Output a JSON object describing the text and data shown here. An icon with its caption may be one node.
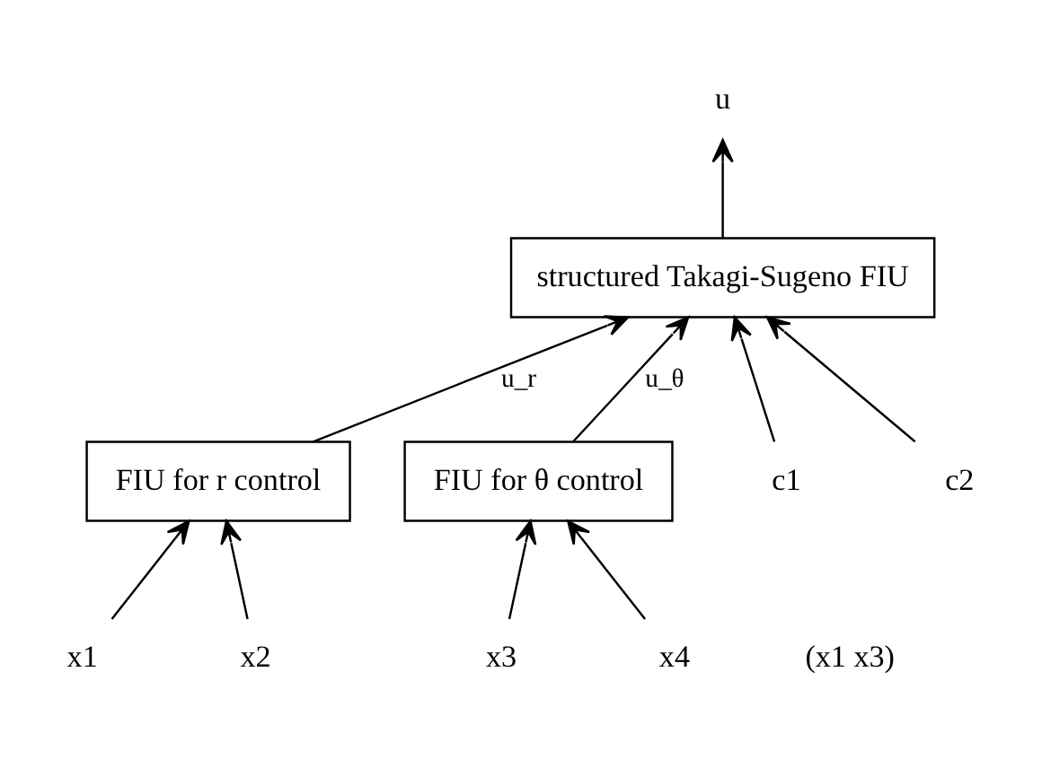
{
  "diagram": {
    "nodes": [
      {
        "text": [
          "structured Takagi-Sugeno FIU"
        ]
      },
      {
        "text": [
          "FIU for r control"
        ]
      },
      {
        "text": [
          "FIU for θ control"
        ]
      },
      {
        "text": [
          "u"
        ]
      },
      {
        "text": [
          "x1"
        ]
      },
      {
        "text": [
          "x2"
        ]
      },
      {
        "text": [
          "x3"
        ]
      },
      {
        "text": [
          "x4"
        ]
      },
      {
        "text": [
          "c1"
        ]
      },
      {
        "text": [
          "c2"
        ]
      }
    ],
    "edges": [
      {
        "from": 0,
        "to": 3,
        "arrow": "to"
      },
      {
        "from": 1,
        "to": 0,
        "arrow": "to",
        "label": "u_r"
      },
      {
        "from": 2,
        "to": 0,
        "arrow": "to",
        "label": "u_θ"
      },
      {
        "from": 8,
        "to": 0,
        "arrow": "to"
      },
      {
        "from": 9,
        "to": 0,
        "arrow": "to"
      },
      {
        "from": 4,
        "to": 1,
        "arrow": "to"
      },
      {
        "from": 5,
        "to": 1,
        "arrow": "to"
      },
      {
        "from": 6,
        "to": 2,
        "arrow": "to"
      },
      {
        "from": 7,
        "to": 2,
        "arrow": "to"
      }
    ],
    "labels": [
      "(x1 x3)"
    ]
  }
}
